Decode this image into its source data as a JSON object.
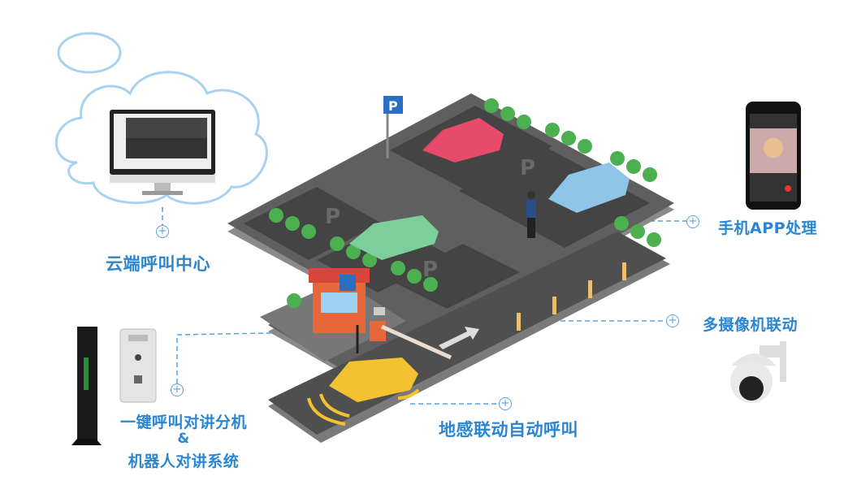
{
  "labels": {
    "cloud_center": "云端呼叫中心",
    "mobile_app": "手机APP处理",
    "multi_camera": "多摄像机联动",
    "intercom_line1": "一键呼叫对讲分机",
    "intercom_amp": "&",
    "intercom_line2": "机器人对讲系统",
    "ground_sensor": "地感联动自动呼叫"
  },
  "parking_sign": "P",
  "colors": {
    "label": "#2a86d0",
    "connector": "#5aa3dc",
    "ground": "#5f5f5f",
    "taxi": "#f2c230"
  }
}
